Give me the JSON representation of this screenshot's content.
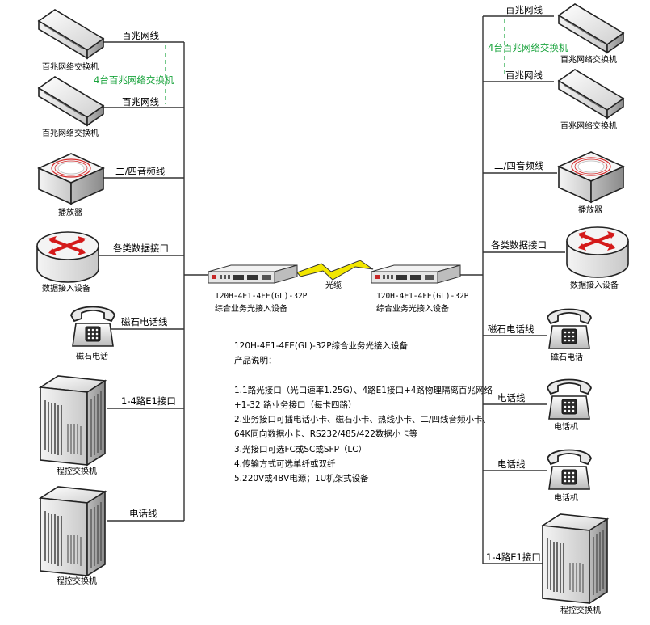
{
  "left": {
    "switch1_caption": "百兆网络交换机",
    "switch1_line": "百兆网线",
    "switch_group": "4台百兆网络交换机",
    "switch2_caption": "百兆网络交换机",
    "switch2_line": "百兆网线",
    "player_caption": "播放器",
    "player_line": "二/四音频线",
    "router_caption": "数据接入设备",
    "router_line": "各类数据接口",
    "magphone_caption": "磁石电话",
    "magphone_line": "磁石电话线",
    "pbx1_caption": "程控交换机",
    "pbx1_line": "1-4路E1接口",
    "pbx2_caption": "程控交换机",
    "pbx2_line": "电话线"
  },
  "right": {
    "switch1_line": "百兆网线",
    "switch_group": "4台百兆网络交换机",
    "switch1_caption": "百兆网络交换机",
    "switch2_line": "百兆网线",
    "switch2_caption": "百兆网络交换机",
    "player_line": "二/四音频线",
    "player_caption": "播放器",
    "router_line": "各类数据接口",
    "router_caption": "数据接入设备",
    "magphone_line": "磁石电话线",
    "magphone_caption": "磁石电话",
    "phone1_line": "电话线",
    "phone1_caption": "电话机",
    "phone2_line": "电话线",
    "phone2_caption": "电话机",
    "pbx_line": "1-4路E1接口",
    "pbx_caption": "程控交换机"
  },
  "center": {
    "fiber_label": "光缆",
    "left_model": "120H-4E1-4FE(GL)-32P",
    "left_name": "综合业务光接入设备",
    "right_model": "120H-4E1-4FE(GL)-32P",
    "right_name": "综合业务光接入设备"
  },
  "description": {
    "title": "120H-4E1-4FE(GL)-32P综合业务光接入设备",
    "subtitle": "产品说明：",
    "items": [
      "1.1路光接口（光口速率1.25G）、4路E1接口+4路物理隔离百兆网络+1-32 路业务接口（每卡四路）",
      "2.业务接口可插电话小卡、磁石小卡、热线小卡、二/四线音频小卡、64K同向数据小卡、RS232/485/422数据小卡等",
      "3.光接口可选FC或SC或SFP（LC）",
      "4.传输方式可选单纤或双纤",
      "5.220V或48V电源；1U机架式设备"
    ]
  },
  "colors": {
    "line": "#333333",
    "dashed_green": "#19a33c",
    "bolt_yellow": "#f2e600",
    "arrow_red": "#d41a1a"
  }
}
